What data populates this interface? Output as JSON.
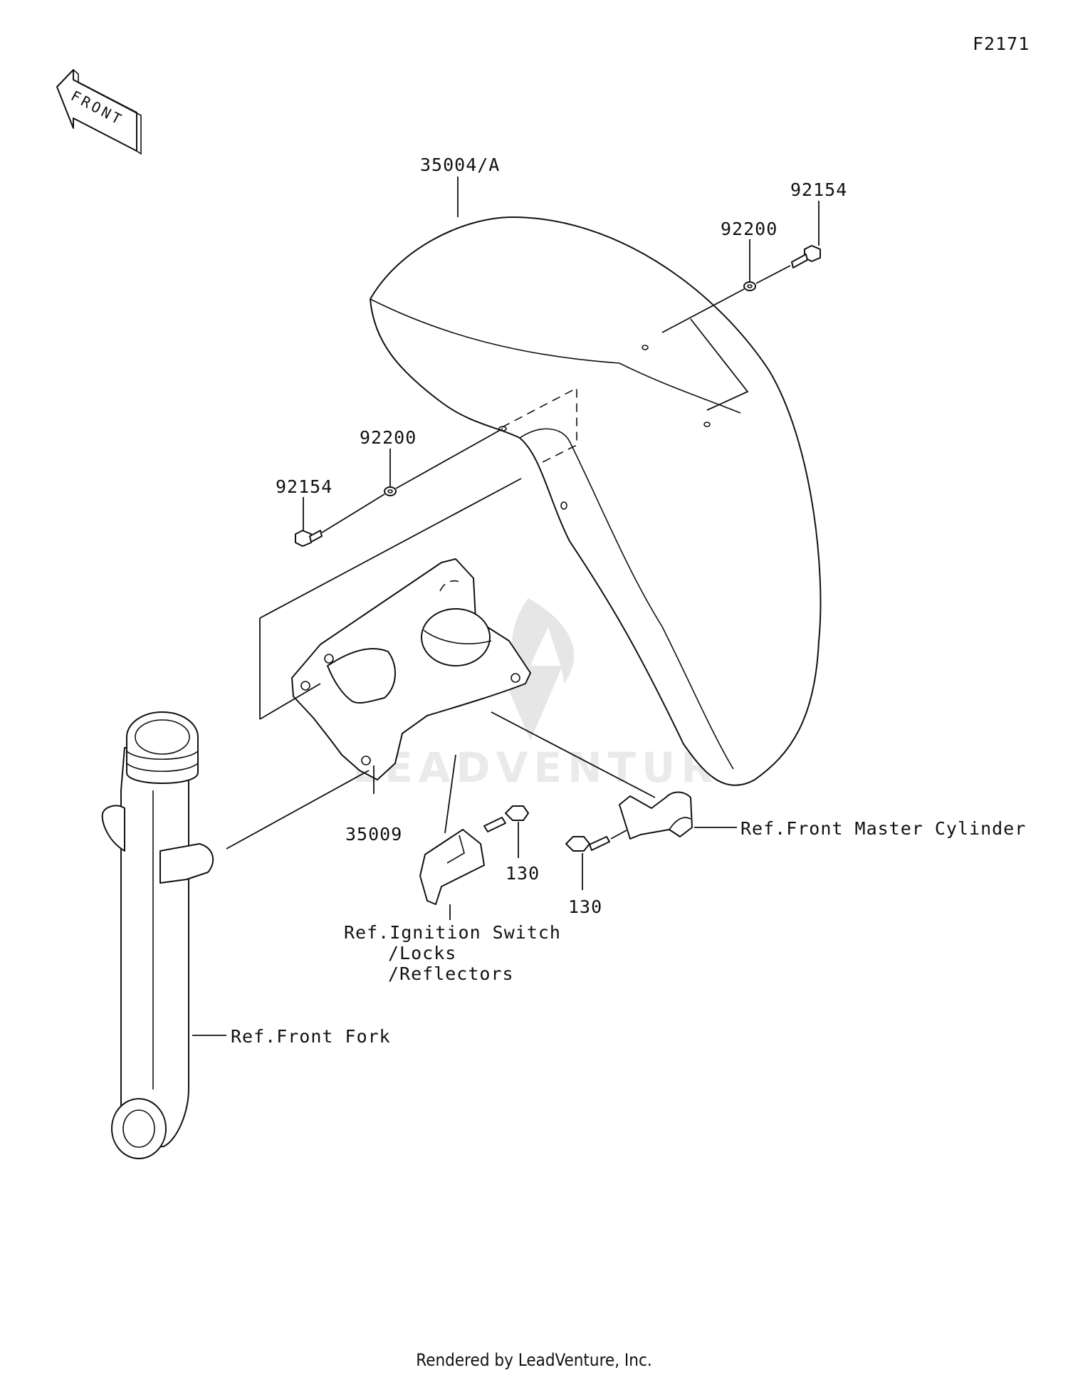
{
  "figure_id": "F2171",
  "front_label": "FRONT",
  "watermark": "LEADVENTURE",
  "footer": "Rendered by LeadVenture, Inc.",
  "callouts": {
    "fender": "35004/A",
    "bolt_right": "92154",
    "washer_right": "92200",
    "washer_left": "92200",
    "bolt_left": "92154",
    "bracket": "35009",
    "bolt_center": "130",
    "bolt_lower": "130",
    "ref_master_cyl": "Ref.Front Master Cylinder",
    "ref_ignition": [
      "Ref.Ignition Switch",
      "/Locks",
      "/Reflectors"
    ],
    "ref_fork": "Ref.Front Fork"
  }
}
